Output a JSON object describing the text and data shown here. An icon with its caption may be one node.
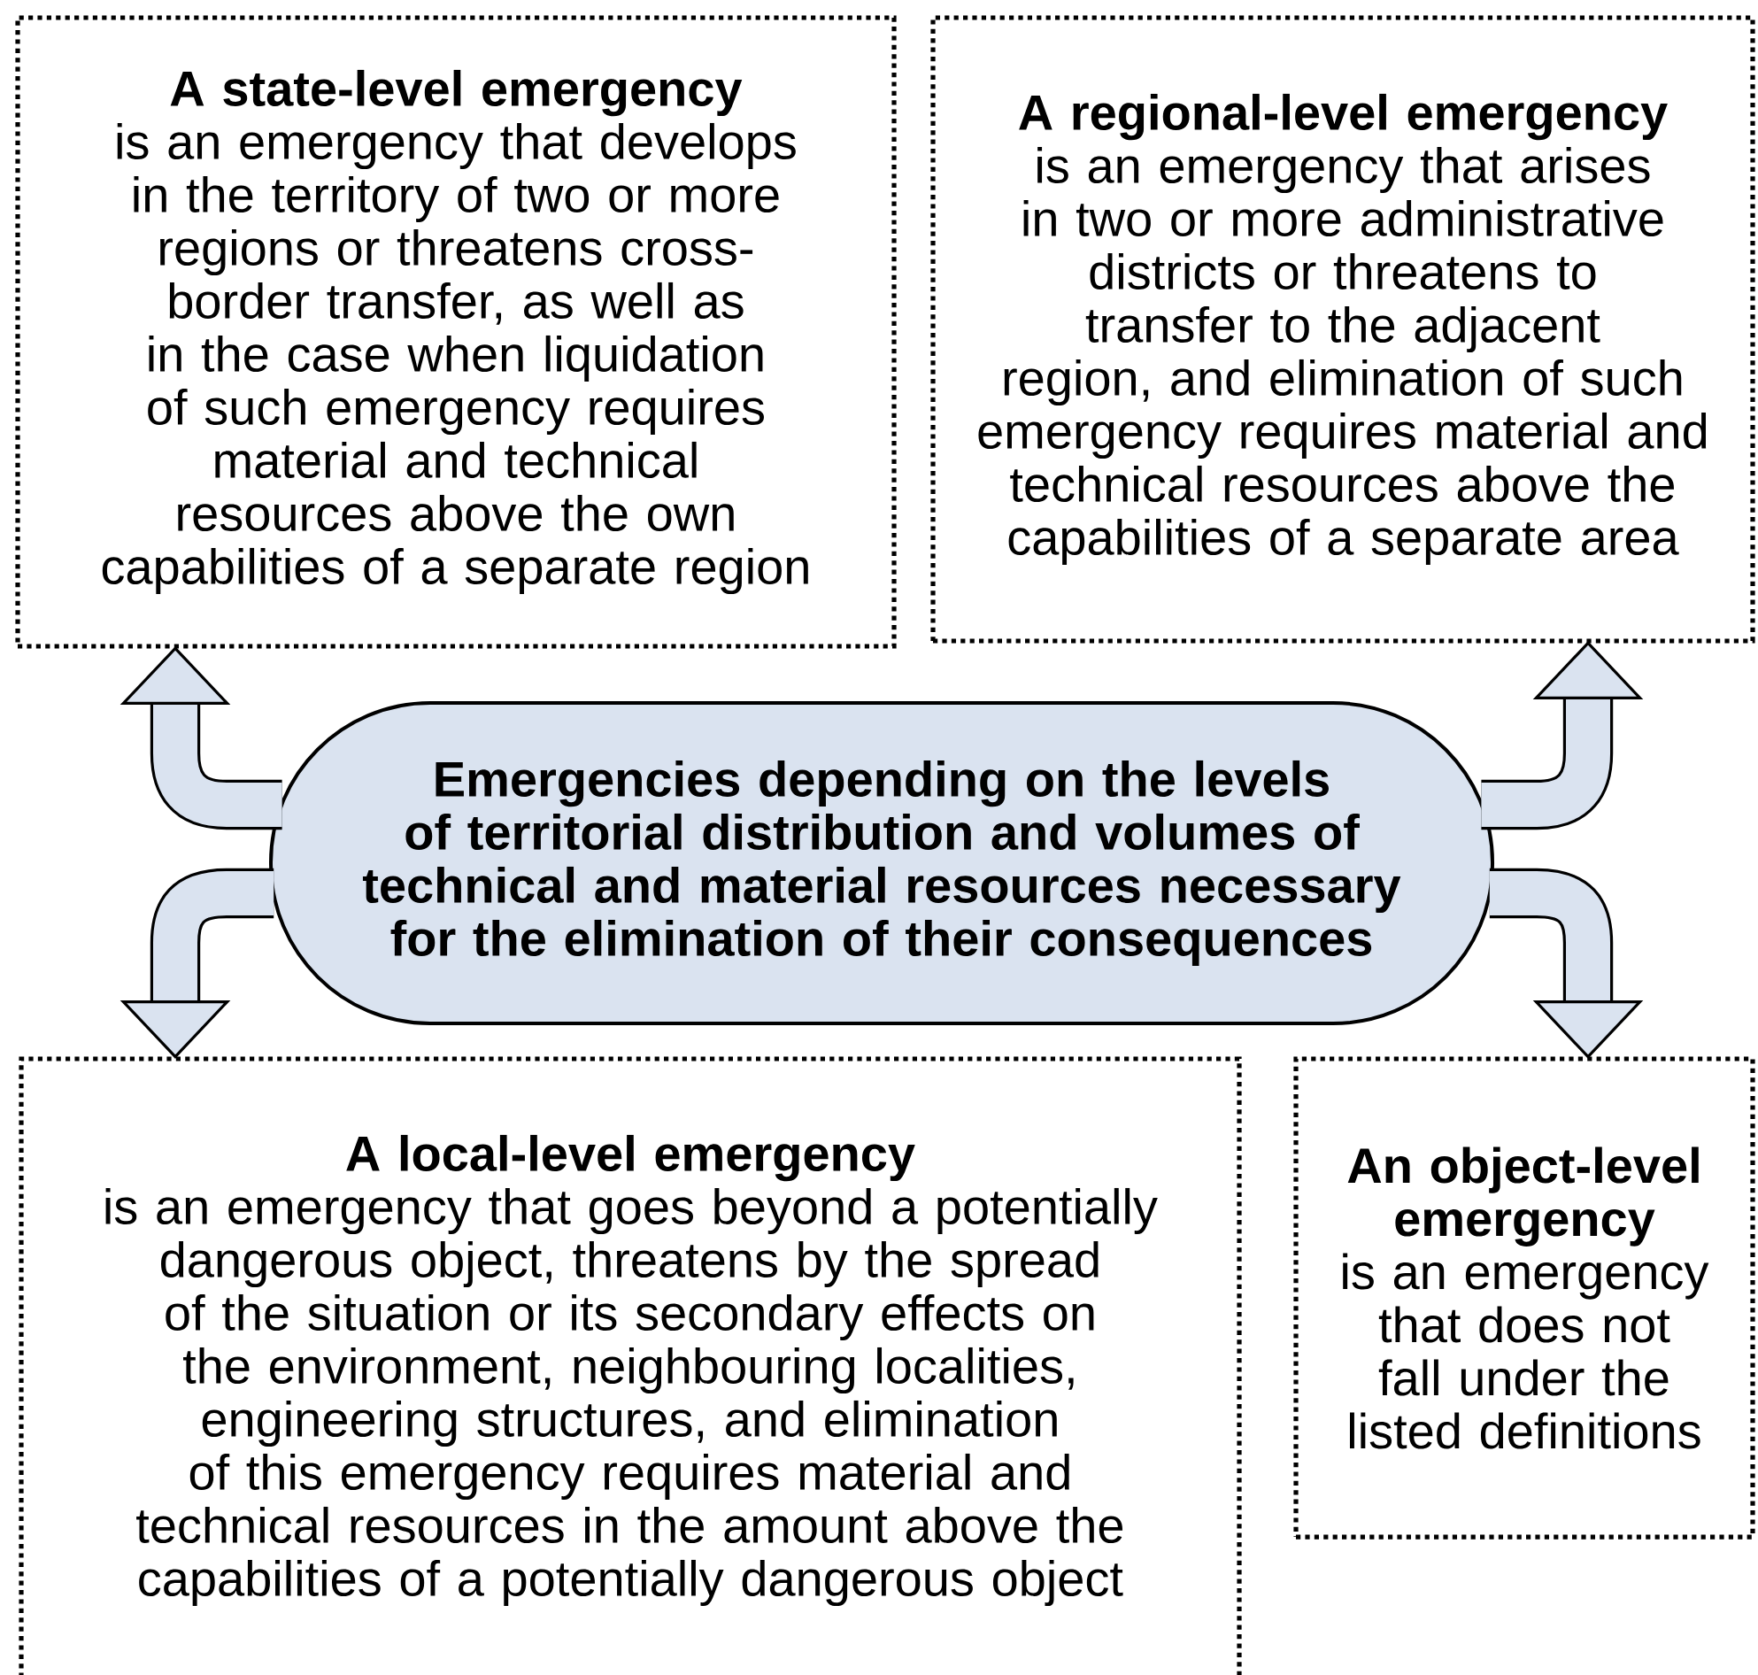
{
  "diagram": {
    "nodes": [
      {
        "text": [
          "A state-level emergency",
          "is an emergency that develops in the territory of two or more regions or threatens cross-border transfer, as well as in the case when liquidation of such emergency requires material and technical resources above the own capabilities of a separate region"
        ]
      },
      {
        "text": [
          "A regional-level emergency",
          "is an emergency that arises in two or more administrative districts or threatens to transfer to the adjacent region, and elimination of such emergency requires material and technical resources above the capabilities of a separate area"
        ]
      },
      {
        "text": [
          "Emergencies depending on the levels of territorial distribution and volumes of technical and material resources necessary for the elimination of their consequences"
        ]
      },
      {
        "text": [
          "A local-level emergency",
          "is an emergency that goes beyond a potentially dangerous object, threatens by the spread of the situation or its secondary effects on the environment, neighbouring localities, engineering structures, and elimination of this emergency requires material and technical resources in the amount above the capabilities of a potentially dangerous object"
        ]
      },
      {
        "text": [
          "An object-level emergency",
          "is an emergency that does not fall under the listed definitions"
        ]
      }
    ],
    "edges": [
      {
        "from": 2,
        "to": 0,
        "arrow": "to"
      },
      {
        "from": 2,
        "to": 1,
        "arrow": "to"
      },
      {
        "from": 2,
        "to": 3,
        "arrow": "to"
      },
      {
        "from": 2,
        "to": 4,
        "arrow": "to"
      }
    ]
  }
}
